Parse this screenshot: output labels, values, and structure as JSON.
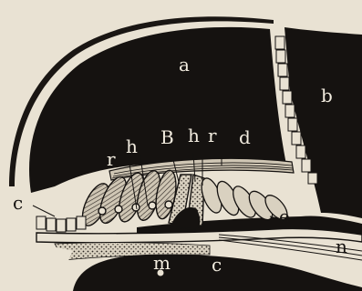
{
  "colors": {
    "paper": "#e9e2d3",
    "ink": "#151210",
    "label_on_dark": "#f2ecdf",
    "label_on_light": "#161311"
  },
  "labels": {
    "a": "a",
    "b": "b",
    "B": "B",
    "h_left": "h",
    "r_left": "r",
    "h_right": "h",
    "r_right": "r",
    "d": "d",
    "c_left": "c",
    "e": "e",
    "m": "m",
    "c_bottom": "c",
    "n": "n"
  }
}
